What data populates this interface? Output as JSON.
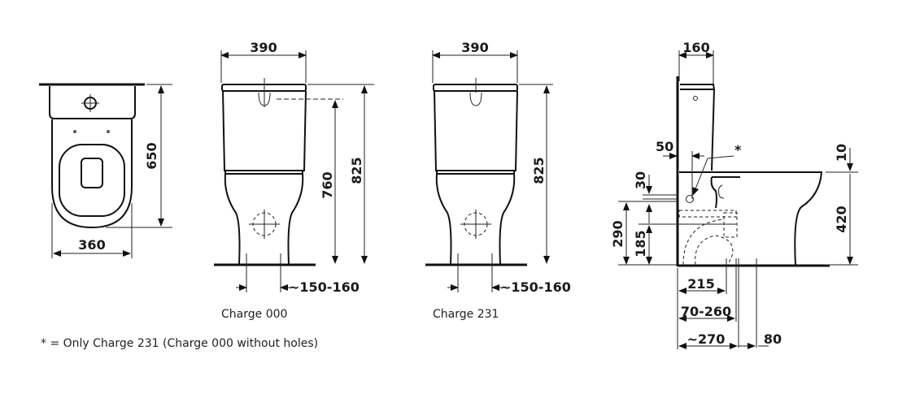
{
  "views": {
    "top": {
      "label": "",
      "dims": {
        "width": "360",
        "depth": "650"
      }
    },
    "front_000": {
      "label": "Charge 000",
      "dims": {
        "width": "390",
        "height_inlet": "760",
        "height_total": "825",
        "fixing": "~150-160"
      }
    },
    "front_231": {
      "label": "Charge 231",
      "dims": {
        "width": "390",
        "height_total": "825",
        "fixing": "~150-160"
      }
    },
    "side": {
      "dims": {
        "tank_depth": "160",
        "wall_offset": "50",
        "lid_gap": "10",
        "inlet_offset": "30",
        "inlet_height": "290",
        "outlet_height": "185",
        "rim_height": "420",
        "outlet_dist": "215",
        "outlet_range": "70-260",
        "fixing_dist": "~270",
        "fixing_spacing": "80"
      },
      "note_marker": "*"
    }
  },
  "footnote": "* = Only Charge 231 (Charge 000 without holes)"
}
